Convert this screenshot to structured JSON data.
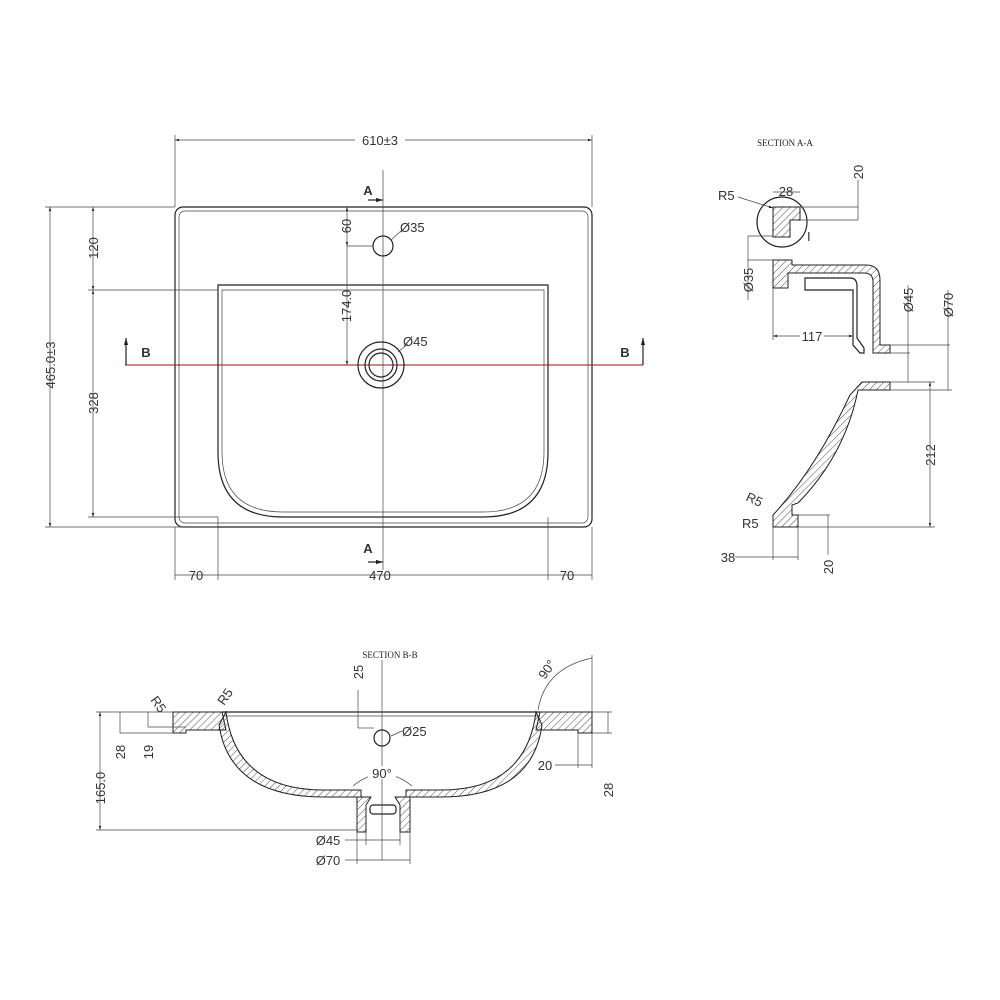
{
  "plan_view": {
    "overall_width": "610±3",
    "overall_depth": "465.0±3",
    "dim_back_to_basin": "120",
    "dim_basin_depth": "328",
    "dim_tap_offset": "60",
    "dim_drain_offset": "174.0",
    "tap_hole": "Ø35",
    "drain_hole": "Ø45",
    "left_margin": "70",
    "basin_width": "470",
    "right_margin": "70",
    "section_a": "A",
    "section_b": "B"
  },
  "section_a": {
    "title": "SECTION A-A",
    "r_top": "R5",
    "dim_28": "28",
    "dim_20_top": "20",
    "detail_mark": "I",
    "dim_35": "Ø35",
    "dim_117": "117",
    "dim_45": "Ø45",
    "dim_70": "Ø70",
    "dim_212": "212",
    "r_bottom_1": "R5",
    "r_bottom_2": "R5",
    "dim_38": "38",
    "dim_20_bottom": "20"
  },
  "section_b": {
    "title": "SECTION B-B",
    "dim_25": "25",
    "angle_top": "90°",
    "r_left_1": "R5",
    "r_left_2": "R5",
    "dim_165": "165.0",
    "dim_28_left": "28",
    "dim_19": "19",
    "hole_25": "Ø25",
    "angle_drain": "90°",
    "dim_20": "20",
    "dim_28_right": "28",
    "drain_45": "Ø45",
    "drain_70": "Ø70"
  }
}
